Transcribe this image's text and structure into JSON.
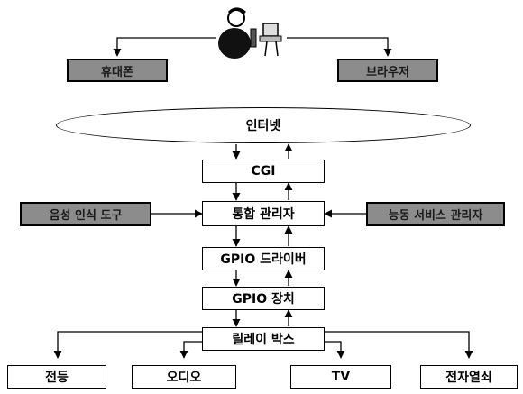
{
  "user_devices": {
    "left_label": "휴대폰",
    "right_label": "브라우저"
  },
  "internet_label": "인터넷",
  "stack": {
    "cgi": "CGI",
    "manager": "통합 관리자",
    "gpio_driver": "GPIO 드라이버",
    "gpio_device": "GPIO 장치",
    "relay_box": "릴레이 박스"
  },
  "side_modules": {
    "left": "음성 인식 도구",
    "right": "능동 서비스 관리자"
  },
  "appliances": [
    "전등",
    "오디오",
    "TV",
    "전자열쇠"
  ]
}
